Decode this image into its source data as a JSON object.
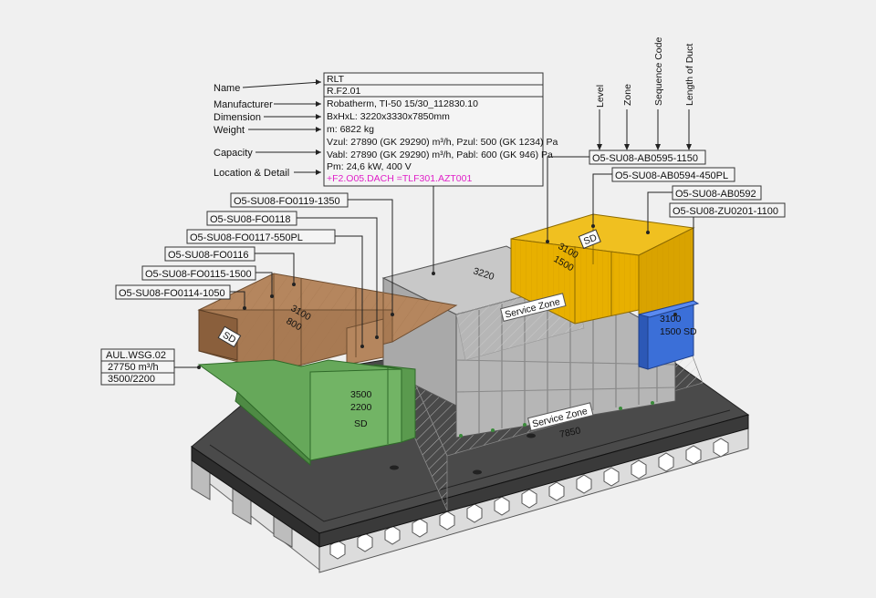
{
  "info_panel": {
    "labels": [
      "Name",
      "Manufacturer",
      "Dimension",
      "Weight",
      "Capacity",
      "Location & Detail"
    ],
    "rows": [
      "RLT",
      "R.F2.01",
      "Robatherm, TI-50 15/30_112830.10",
      "BxHxL: 3220x3330x7850mm",
      "m: 6822 kg",
      "Vzul: 27890 (GK 29290) m³/h, Pzul: 500 (GK 1234) Pa",
      "Vabl: 27890 (GK 29290) m³/h, Pabl: 600 (GK 946) Pa",
      "Pm: 24,6 kW, 400 V",
      "+F2.O05.DACH =TLF301.AZT001"
    ],
    "location_color": "#e020c8"
  },
  "left_tags": [
    "O5-SU08-FO0119-1350",
    "O5-SU08-FO0118",
    "O5-SU08-FO0117-550PL",
    "O5-SU08-FO0116",
    "O5-SU08-FO0115-1500",
    "O5-SU08-FO0114-1050"
  ],
  "right_tags": [
    "O5-SU08-AB0595-1150",
    "O5-SU08-AB0594-450PL",
    "O5-SU08-AB0592",
    "O5-SU08-ZU0201-1100"
  ],
  "code_legend": [
    "Level",
    "Zone",
    "Sequence Code",
    "Length of Duct"
  ],
  "aul_box": [
    "AUL.WSG.02",
    "27750 m³/h",
    "3500/2200"
  ],
  "dimensions": {
    "brown_w": "3100",
    "brown_h": "800",
    "yellow_w": "3100",
    "yellow_h": "1500",
    "blue_w": "3100",
    "blue_h": "1500",
    "green_w": "3500",
    "green_h": "2200",
    "unit_width": "3220",
    "unit_length": "7850"
  },
  "sd_label": "SD",
  "service_zone_label": "Service Zone",
  "colors": {
    "brown": "#b5865e",
    "yellow": "#e8b000",
    "green": "#66a85a",
    "blue": "#3b6fd8",
    "unit": "#b8b8b8",
    "slab": "#4a4a4a"
  }
}
